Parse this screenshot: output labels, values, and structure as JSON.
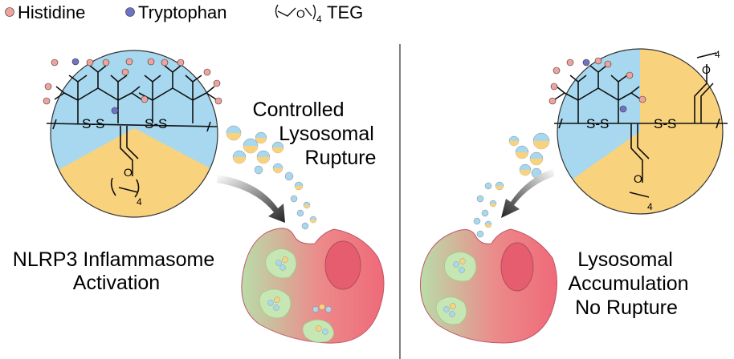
{
  "legend": {
    "histidine": "Histidine",
    "tryptophan": "Tryptophan",
    "teg": "TEG",
    "teg_repeat_subscript": "4",
    "teg_atom": "O"
  },
  "colors": {
    "histidine": "#f0a39c",
    "tryptophan": "#6f73c7",
    "hydrophilic_region": "#a7d8ef",
    "hydrophobic_region": "#f9d27e",
    "cell_red": "#ee6f7a",
    "cell_green": "#c6e6b4"
  },
  "left_panel": {
    "disulfide_left": "S-S",
    "disulfide_right": "S-S",
    "teg_atom": "O",
    "teg_subscript": "4",
    "transport_label": [
      "Controlled",
      "Lysosomal",
      "Rupture"
    ],
    "cell_label": [
      "NLRP3 Inflammasome",
      "Activation"
    ]
  },
  "right_panel": {
    "disulfide_left": "S-S",
    "disulfide_right": "S-S",
    "teg_atom": "O",
    "teg_subscript": "4",
    "cell_label": [
      "Lysosomal",
      "Accumulation",
      "No Rupture"
    ]
  }
}
